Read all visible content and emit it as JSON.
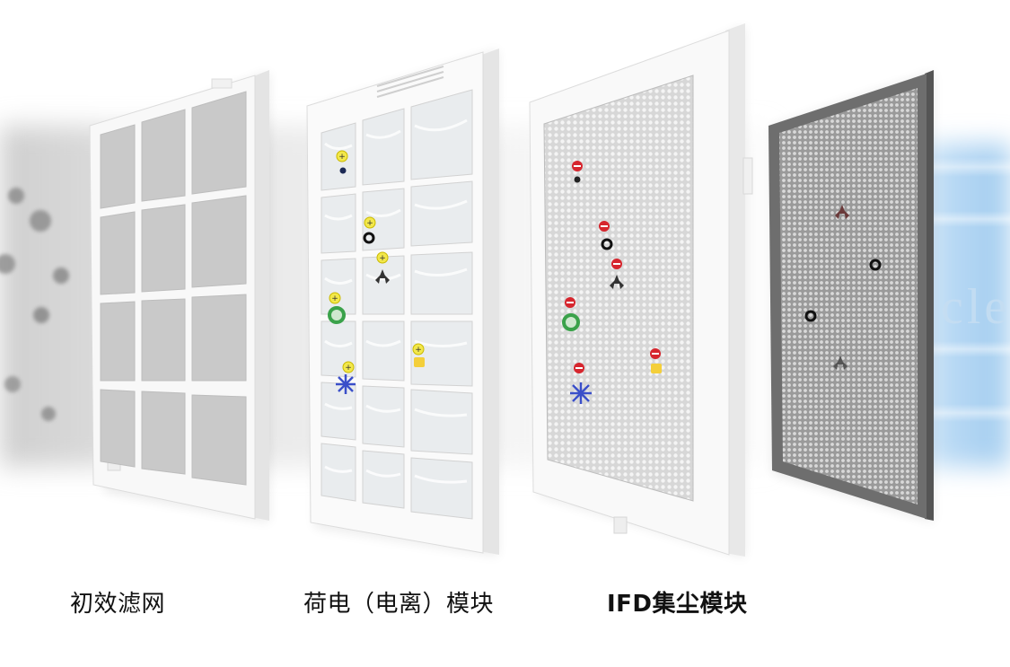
{
  "labels": {
    "stage1": "初效滤网",
    "stage2": "荷电（电离）模块",
    "stage3": "IFD集尘模块"
  },
  "colors": {
    "positive_charge": "#f3e84a",
    "negative_charge": "#d6262e",
    "clean_air": "#9cc9ee",
    "frame": "#f7f7f7",
    "final_frame": "#6e6e6e"
  },
  "watermark": "cle",
  "icons": {
    "charge_plus": "plus-sign-icon",
    "charge_minus": "minus-sign-icon",
    "particle_ring": "ring-particle-icon",
    "particle_trefoil": "trefoil-particle-icon",
    "particle_star": "star-particle-icon",
    "particle_square": "square-particle-icon"
  }
}
